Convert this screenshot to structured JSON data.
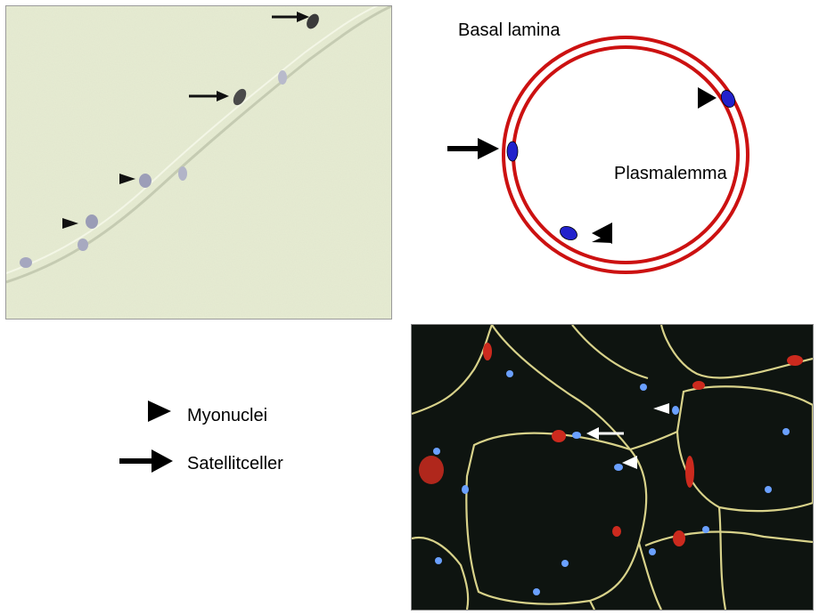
{
  "diagram": {
    "basal_lamina_label": "Basal lamina",
    "plasmalemma_label": "Plasmalemma"
  },
  "legend": {
    "items": [
      {
        "symbol": "arrowhead-icon",
        "label": "Myonuclei"
      },
      {
        "symbol": "arrow-icon",
        "label": "Satellitceller"
      }
    ]
  },
  "colors": {
    "lamina_red": "#cc1111",
    "nucleus_blue": "#2222cc",
    "histo_background": "#e7ecd3",
    "fluoro_background": "#0e1410"
  }
}
